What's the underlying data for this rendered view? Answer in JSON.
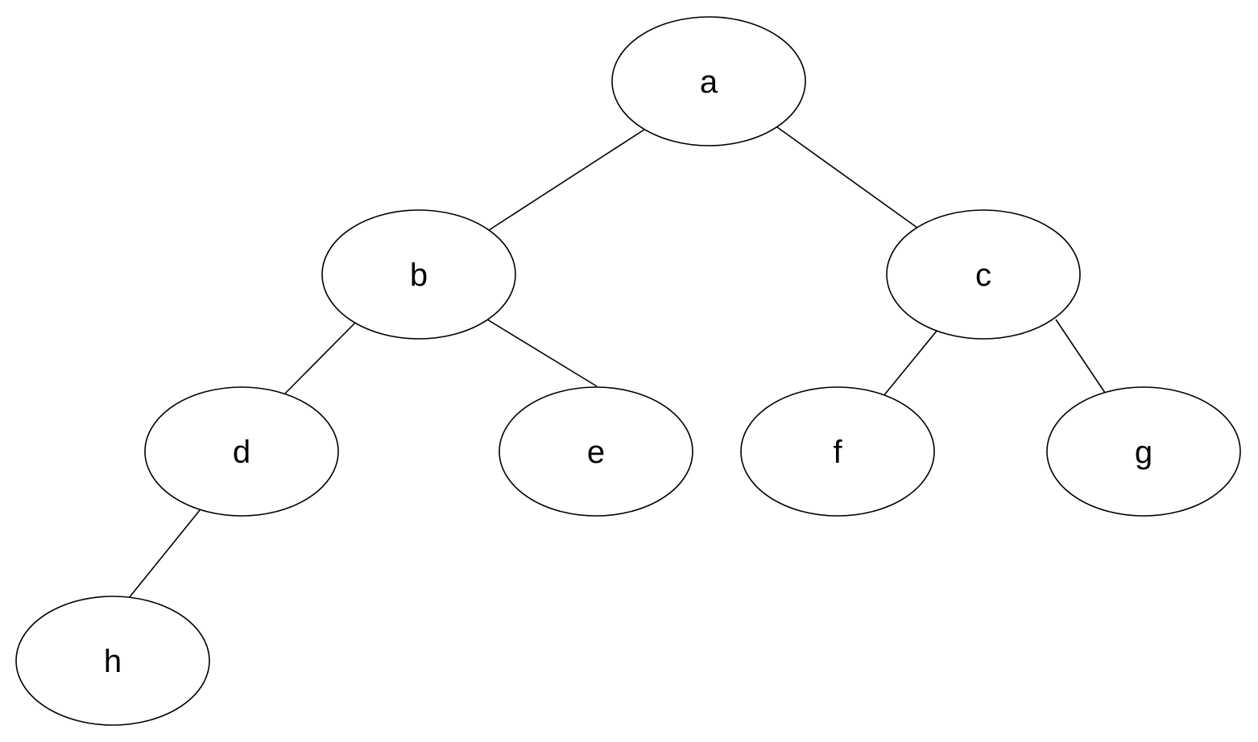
{
  "tree": {
    "nodes": {
      "a": {
        "label": "a"
      },
      "b": {
        "label": "b"
      },
      "c": {
        "label": "c"
      },
      "d": {
        "label": "d"
      },
      "e": {
        "label": "e"
      },
      "f": {
        "label": "f"
      },
      "g": {
        "label": "g"
      },
      "h": {
        "label": "h"
      }
    },
    "edges": [
      {
        "from": "a",
        "to": "b"
      },
      {
        "from": "a",
        "to": "c"
      },
      {
        "from": "b",
        "to": "d"
      },
      {
        "from": "b",
        "to": "e"
      },
      {
        "from": "c",
        "to": "f"
      },
      {
        "from": "c",
        "to": "g"
      },
      {
        "from": "d",
        "to": "h"
      }
    ]
  }
}
